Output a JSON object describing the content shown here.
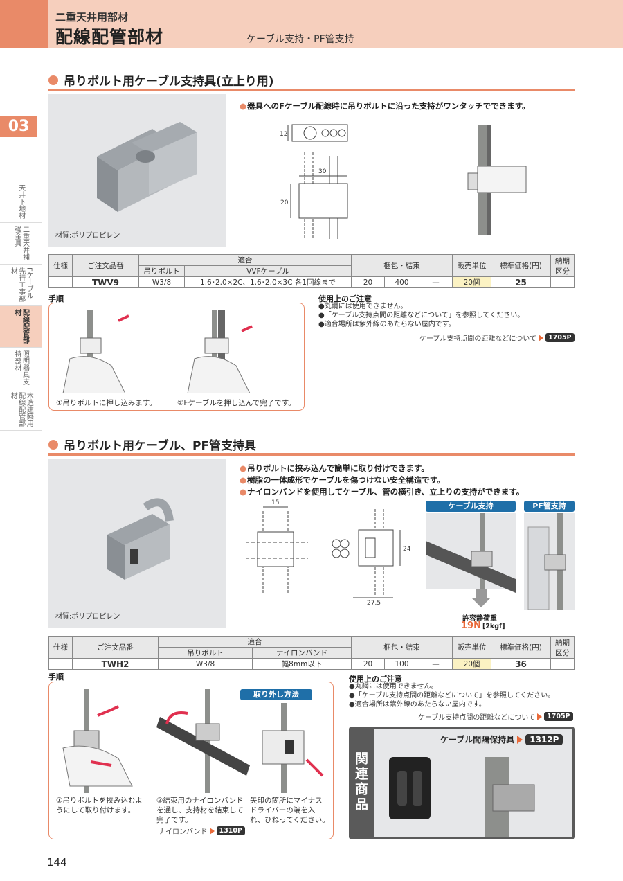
{
  "header": {
    "subtitle": "二重天井用部材",
    "title": "配線配管部材",
    "right_title": "ケーブル支持・PF管支持"
  },
  "chapter": "03",
  "sidenav": [
    {
      "label": "天井下地材",
      "active": false
    },
    {
      "label": "二重天井補強金具",
      "active": false
    },
    {
      "label": "Fケーブル先行工事部材",
      "active": false
    },
    {
      "label": "配線配管部材",
      "active": true
    },
    {
      "label": "照明器具支持部材",
      "active": false
    },
    {
      "label": "木造建築用配線配管部材",
      "active": false
    }
  ],
  "section1": {
    "title": "吊りボルト用ケーブル支持具(立上り用)",
    "material": "材質:ポリプロピレン",
    "bullets": [
      "器具へのFケーブル配線時に吊りボルトに沿った支持がワンタッチでできます。"
    ],
    "dims": {
      "h1": "12",
      "w": "30",
      "h2": "20"
    },
    "table": {
      "h_spec": "仕様",
      "h_code": "ご注文品番",
      "h_fit": "適合",
      "h_bolt": "吊りボルト",
      "h_cable": "VVFケーブル",
      "h_pack": "梱包・結束",
      "h_unit": "販売単位",
      "h_price": "標準価格(円)",
      "h_lead": "納期区分",
      "row": {
        "spec": "",
        "code": "TWV9",
        "bolt": "W3/8",
        "cable": "1.6･2.0×2C、1.6･2.0×3C 各1回線まで",
        "p1": "20",
        "p2": "400",
        "p3": "—",
        "unit": "20個",
        "price": "25",
        "lead": ""
      }
    },
    "procedure_label": "手順",
    "steps": [
      "①吊りボルトに押し込みます。",
      "②Fケーブルを押し込んで完了です。"
    ],
    "caution_title": "使用上のご注意",
    "cautions": [
      "●丸鋼には使用できません。",
      "●「ケーブル支持点間の距離などについて」を参照してください。",
      "●適合場所は紫外線のあたらない屋内です。"
    ],
    "ref_text": "ケーブル支持点間の距離などについて",
    "ref_page": "1705P"
  },
  "section2": {
    "title": "吊りボルト用ケーブル、PF管支持具",
    "material": "材質:ポリプロピレン",
    "bullets": [
      "吊りボルトに挟み込んで簡単に取り付けできます。",
      "樹脂の一体成形でケーブルを傷つけない安全構造です。",
      "ナイロンバンドを使用してケーブル、管の横引き、立上りの支持ができます。"
    ],
    "dims": {
      "w1": "15",
      "h": "24",
      "w2": "27.5"
    },
    "pill_cable": "ケーブル支持",
    "pill_pf": "PF管支持",
    "load_label": "許容静荷重",
    "load_value": "19N",
    "load_unit": "[2kgf]",
    "table": {
      "h_spec": "仕様",
      "h_code": "ご注文品番",
      "h_fit": "適合",
      "h_bolt": "吊りボルト",
      "h_band": "ナイロンバンド",
      "h_pack": "梱包・結束",
      "h_unit": "販売単位",
      "h_price": "標準価格(円)",
      "h_lead": "納期区分",
      "row": {
        "spec": "",
        "code": "TWH2",
        "bolt": "W3/8",
        "band": "幅8mm以下",
        "p1": "20",
        "p2": "100",
        "p3": "—",
        "unit": "20個",
        "price": "36",
        "lead": ""
      }
    },
    "procedure_label": "手順",
    "removal_label": "取り外し方法",
    "steps": [
      "①吊りボルトを挟み込むようにして取り付けます。",
      "②結束用のナイロンバンドを通し、支持材を結束して完了です。",
      "矢印の箇所にマイナスドライバーの端を入れ、ひねってください。"
    ],
    "band_ref_text": "ナイロンバンド",
    "band_ref_page": "1310P",
    "caution_title": "使用上のご注意",
    "cautions": [
      "●丸鋼には使用できません。",
      "●「ケーブル支持点間の距離などについて」を参照してください。",
      "●適合場所は紫外線のあたらない屋内です。"
    ],
    "ref_text": "ケーブル支持点間の距離などについて",
    "ref_page": "1705P"
  },
  "related": {
    "vertical": "関連商品",
    "label": "ケーブル間隔保持具",
    "page": "1312P"
  },
  "page_number": "144"
}
